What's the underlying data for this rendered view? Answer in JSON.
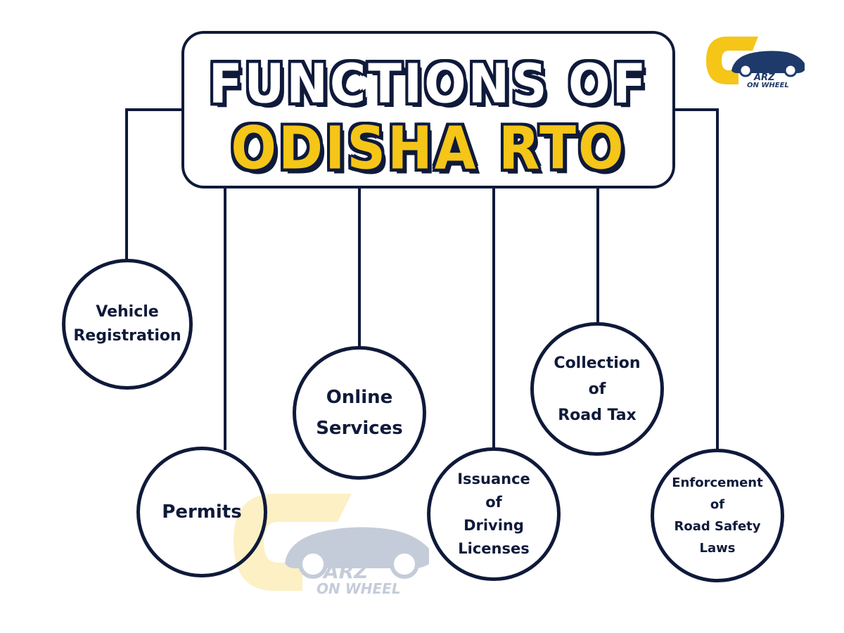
{
  "title": {
    "line1": "FUNCTIONS OF",
    "line2": "ODISHA RTO"
  },
  "colors": {
    "navy": "#0f1a3a",
    "yellow": "#f5c518",
    "white": "#ffffff"
  },
  "nodes": [
    {
      "id": "vehicle-registration",
      "label": "Vehicle\nRegistration"
    },
    {
      "id": "permits",
      "label": "Permits"
    },
    {
      "id": "online-services",
      "label": "Online\nServices"
    },
    {
      "id": "issuance-driving-licenses",
      "label": "Issuance\nof\nDriving\nLicenses"
    },
    {
      "id": "collection-road-tax",
      "label": "Collection\nof\nRoad Tax"
    },
    {
      "id": "enforcement-road-safety",
      "label": "Enforcement\nof\nRoad Safety\nLaws"
    }
  ],
  "logo": {
    "brand_letters": "ARZ",
    "tagline": "ON WHEEL",
    "icon": "car-icon"
  }
}
